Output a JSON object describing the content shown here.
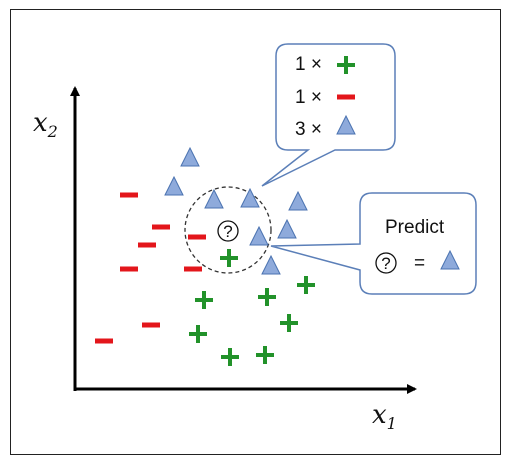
{
  "axes": {
    "x_label": "x",
    "x_sub": "1",
    "y_label": "x",
    "y_sub": "2"
  },
  "query": {
    "symbol": "?"
  },
  "count_callout": {
    "rows": [
      {
        "text": "1 ×",
        "symbol": "plus"
      },
      {
        "text": "1 ×",
        "symbol": "minus"
      },
      {
        "text": "3 ×",
        "symbol": "triangle"
      }
    ]
  },
  "predict_callout": {
    "title": "Predict",
    "symbol": "?",
    "equals": "=",
    "result_symbol": "triangle"
  },
  "colors": {
    "plus": "#22922a",
    "minus": "#e3161b",
    "triangle_fill": "#8eaadb",
    "triangle_stroke": "#4a72b0",
    "callout_stroke": "#5b7fb8"
  }
}
